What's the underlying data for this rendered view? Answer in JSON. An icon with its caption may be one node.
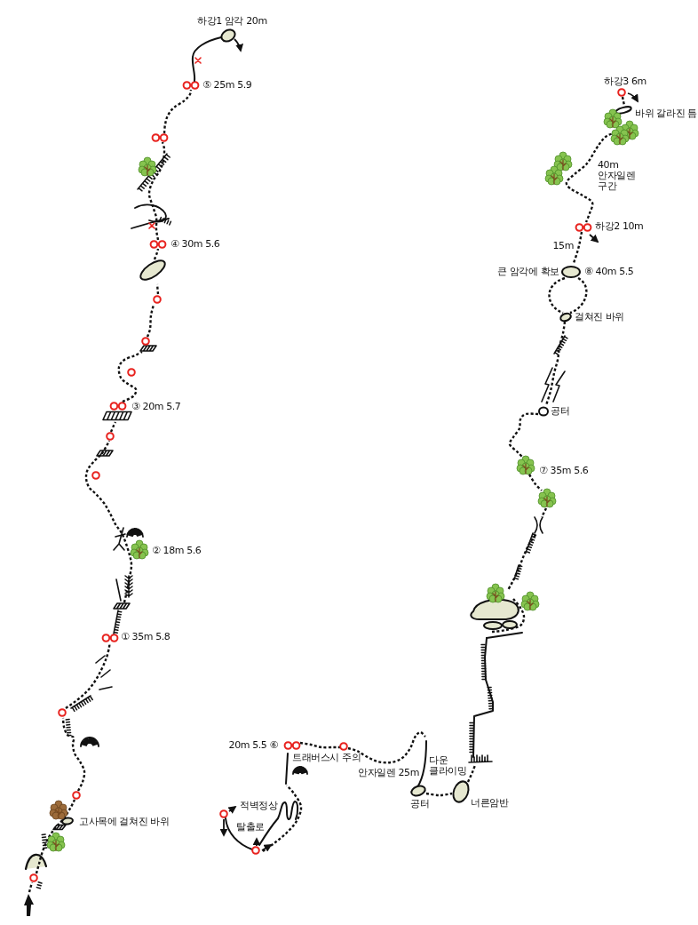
{
  "diagram": {
    "labels": [
      "하강1 암각 20m",
      "⑤ 25m 5.9",
      "하강3 6m",
      "바위 갈라진 틈",
      "40m 안자일렌 구간",
      "하강2 10m",
      "④ 30m 5.6",
      "15m",
      "큰 암각에 확보",
      "⑧ 40m 5.5",
      "걸쳐진 바위",
      "③ 20m 5.7",
      "공터",
      "⑦ 35m 5.6",
      "② 18m 5.6",
      "① 35m 5.8",
      "20m 5.5 ⑥",
      "트래버스시 주의",
      "다운 클라이밍",
      "안자일렌 25m",
      "적벽정상",
      "공터",
      "너른암반",
      "고사목에 걸쳐진 바위",
      "탈출로"
    ]
  }
}
